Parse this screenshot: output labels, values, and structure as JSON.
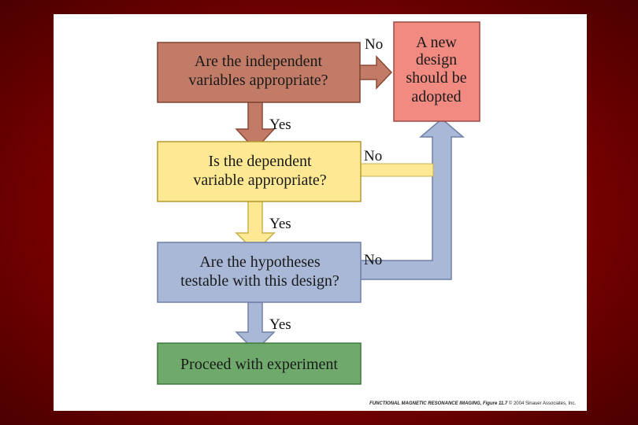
{
  "boxes": {
    "q1": {
      "lines": [
        "Are the independent",
        "variables appropriate?"
      ],
      "color": "#c17b66"
    },
    "q2": {
      "lines": [
        "Is the dependent",
        "variable appropriate?"
      ],
      "color": "#fde993"
    },
    "q3": {
      "lines": [
        "Are the hypotheses",
        "testable with this design?"
      ],
      "color": "#a9b8d7"
    },
    "proceed": {
      "lines": [
        "Proceed with experiment"
      ],
      "color": "#6faa6c"
    },
    "new_design": {
      "lines": [
        "A new",
        "design",
        "should be",
        "adopted"
      ],
      "color": "#f18a80"
    }
  },
  "edges": {
    "yes": "Yes",
    "no": "No"
  },
  "caption": {
    "figure": "FUNCTIONAL MAGNETIC RESONANCE IMAGING, Figure 11.7",
    "credit": "© 2004 Sinauer Associates, Inc."
  }
}
